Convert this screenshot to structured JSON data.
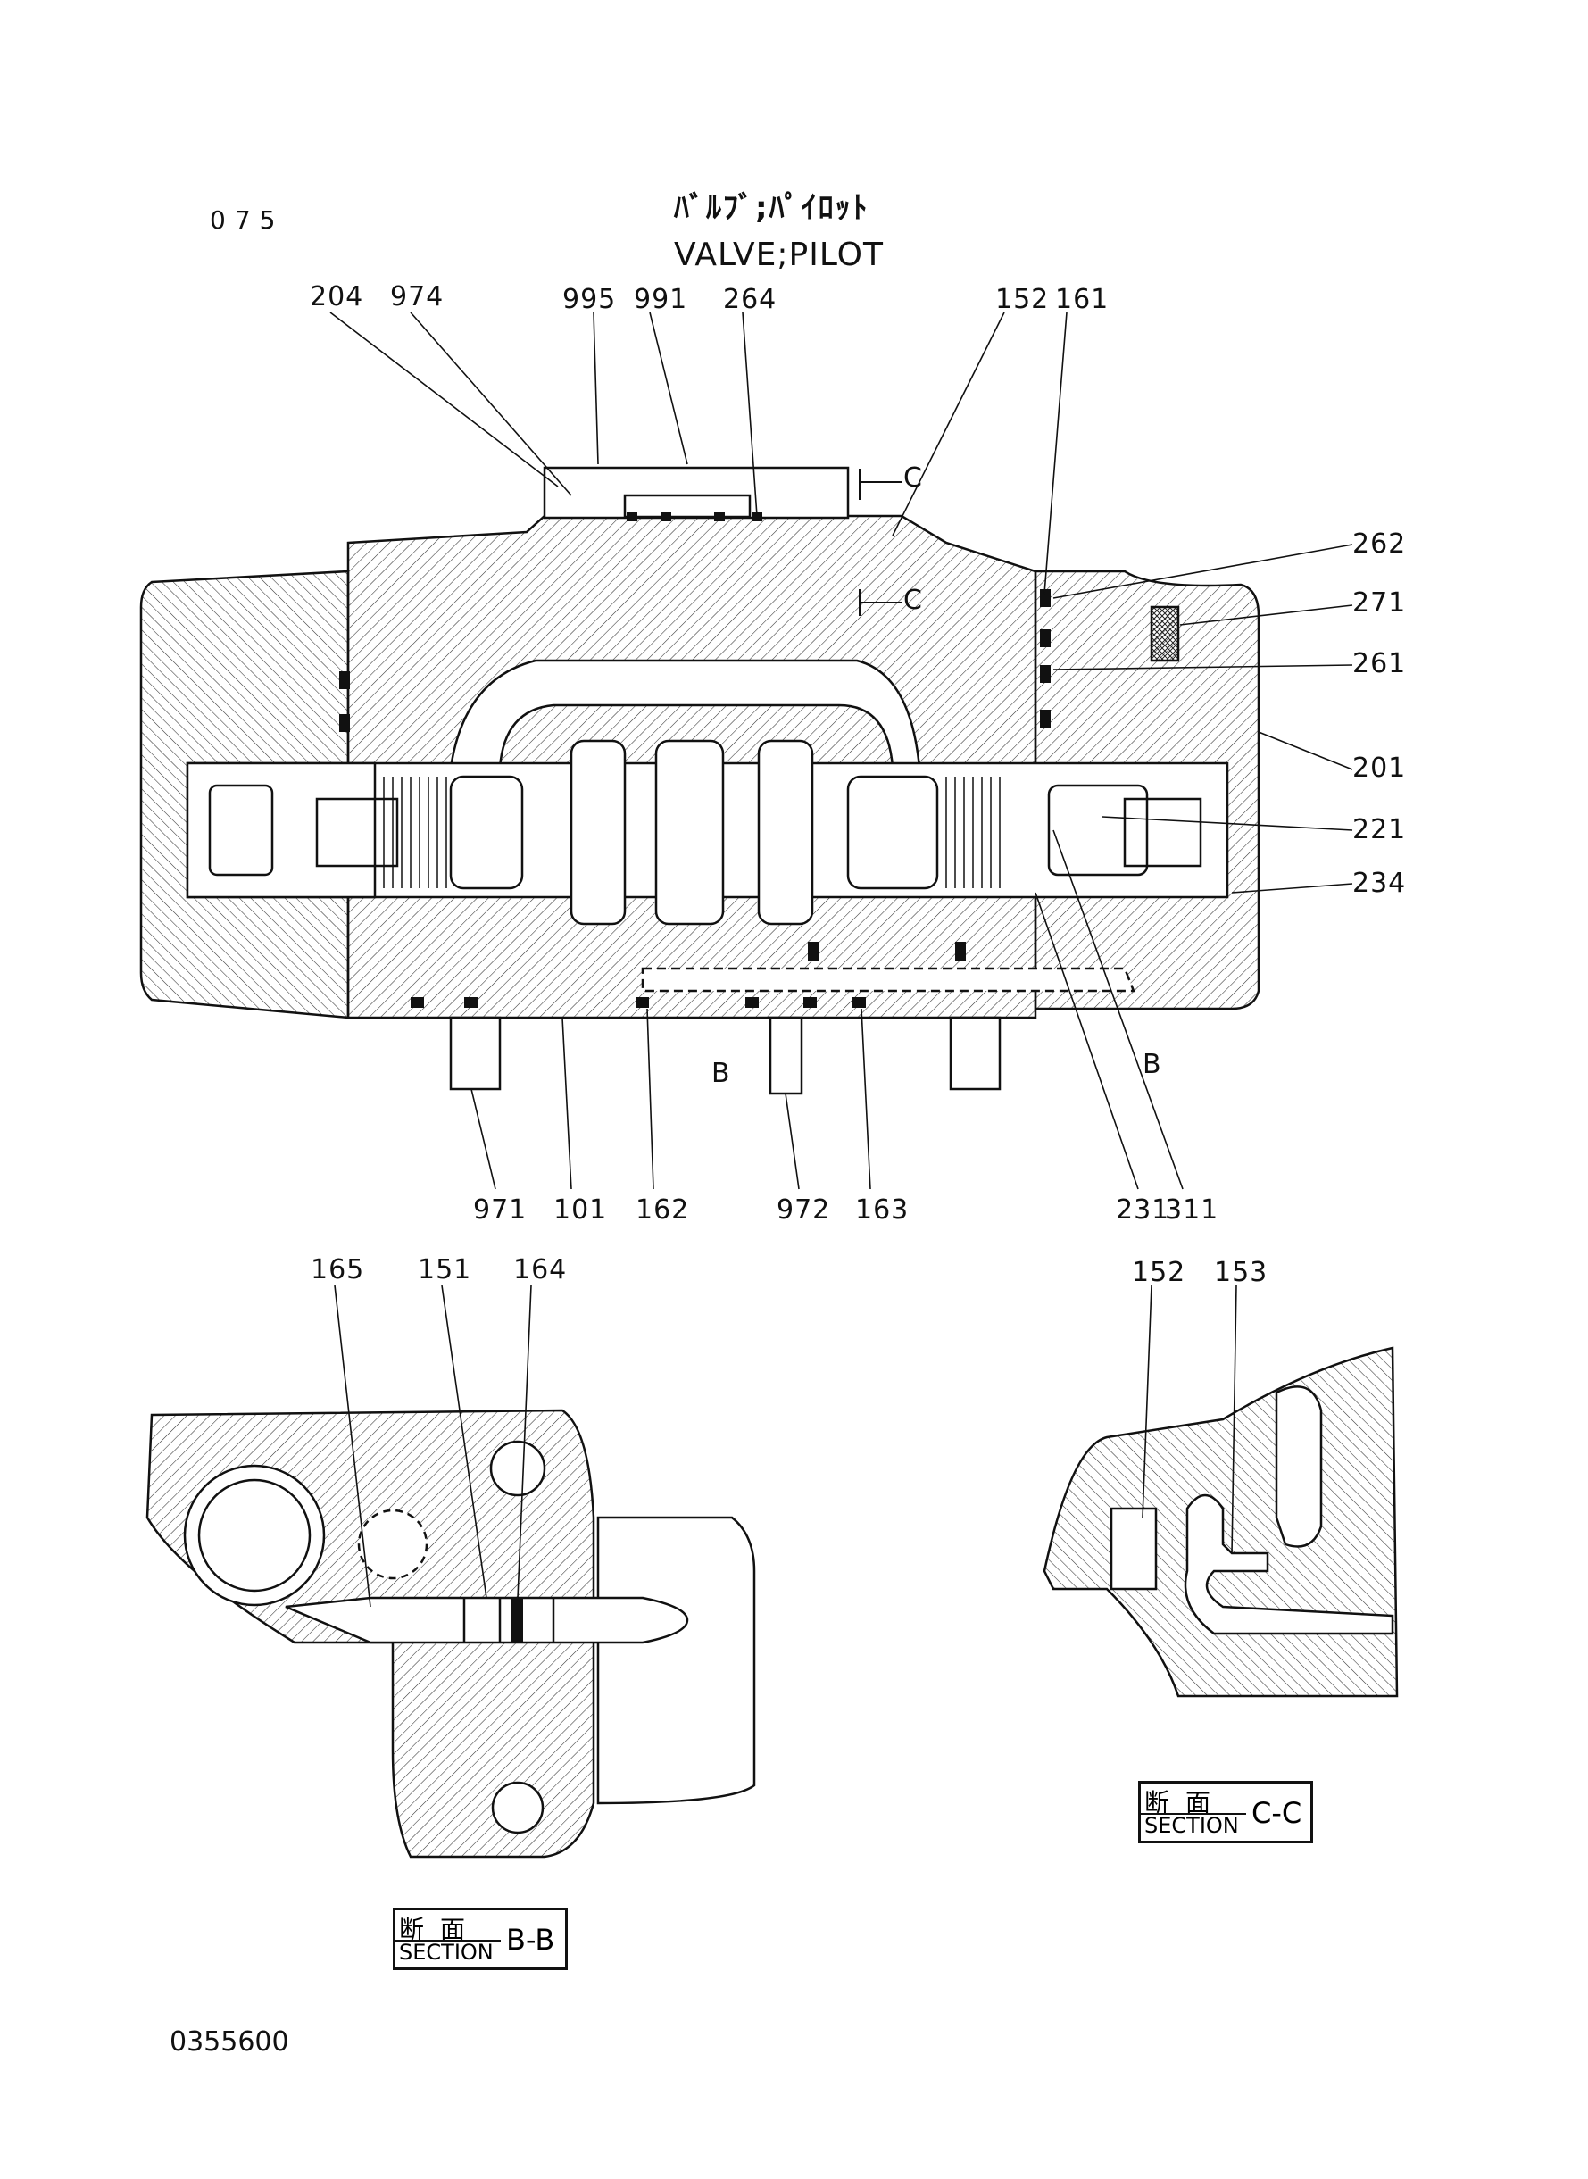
{
  "header": {
    "sheet_no": "075",
    "title_jp": "ﾊﾞﾙﾌﾞ;ﾊﾟｲﾛｯﾄ",
    "title_en": "VALVE;PILOT"
  },
  "main_view": {
    "part_callouts": {
      "p204": "204",
      "p974": "974",
      "p995": "995",
      "p991": "991",
      "p264": "264",
      "p152": "152",
      "p161": "161",
      "p262": "262",
      "p271": "271",
      "p261": "261",
      "p201": "201",
      "p221": "221",
      "p234": "234",
      "p971": "971",
      "p101": "101",
      "p162": "162",
      "p972": "972",
      "p163": "163",
      "p231": "231",
      "p311": "311"
    },
    "section_markers": {
      "c_top": "C",
      "c_bottom": "C",
      "b_left": "B",
      "b_right": "B"
    }
  },
  "section_bb": {
    "part_callouts": {
      "p165": "165",
      "p151": "151",
      "p164": "164"
    },
    "label": {
      "kanji": "断面",
      "word": "SECTION",
      "id": "B-B"
    }
  },
  "section_cc": {
    "part_callouts": {
      "p152": "152",
      "p153": "153"
    },
    "label": {
      "kanji": "断面",
      "word": "SECTION",
      "id": "C-C"
    }
  },
  "footer": {
    "drawing_no": "0355600"
  }
}
